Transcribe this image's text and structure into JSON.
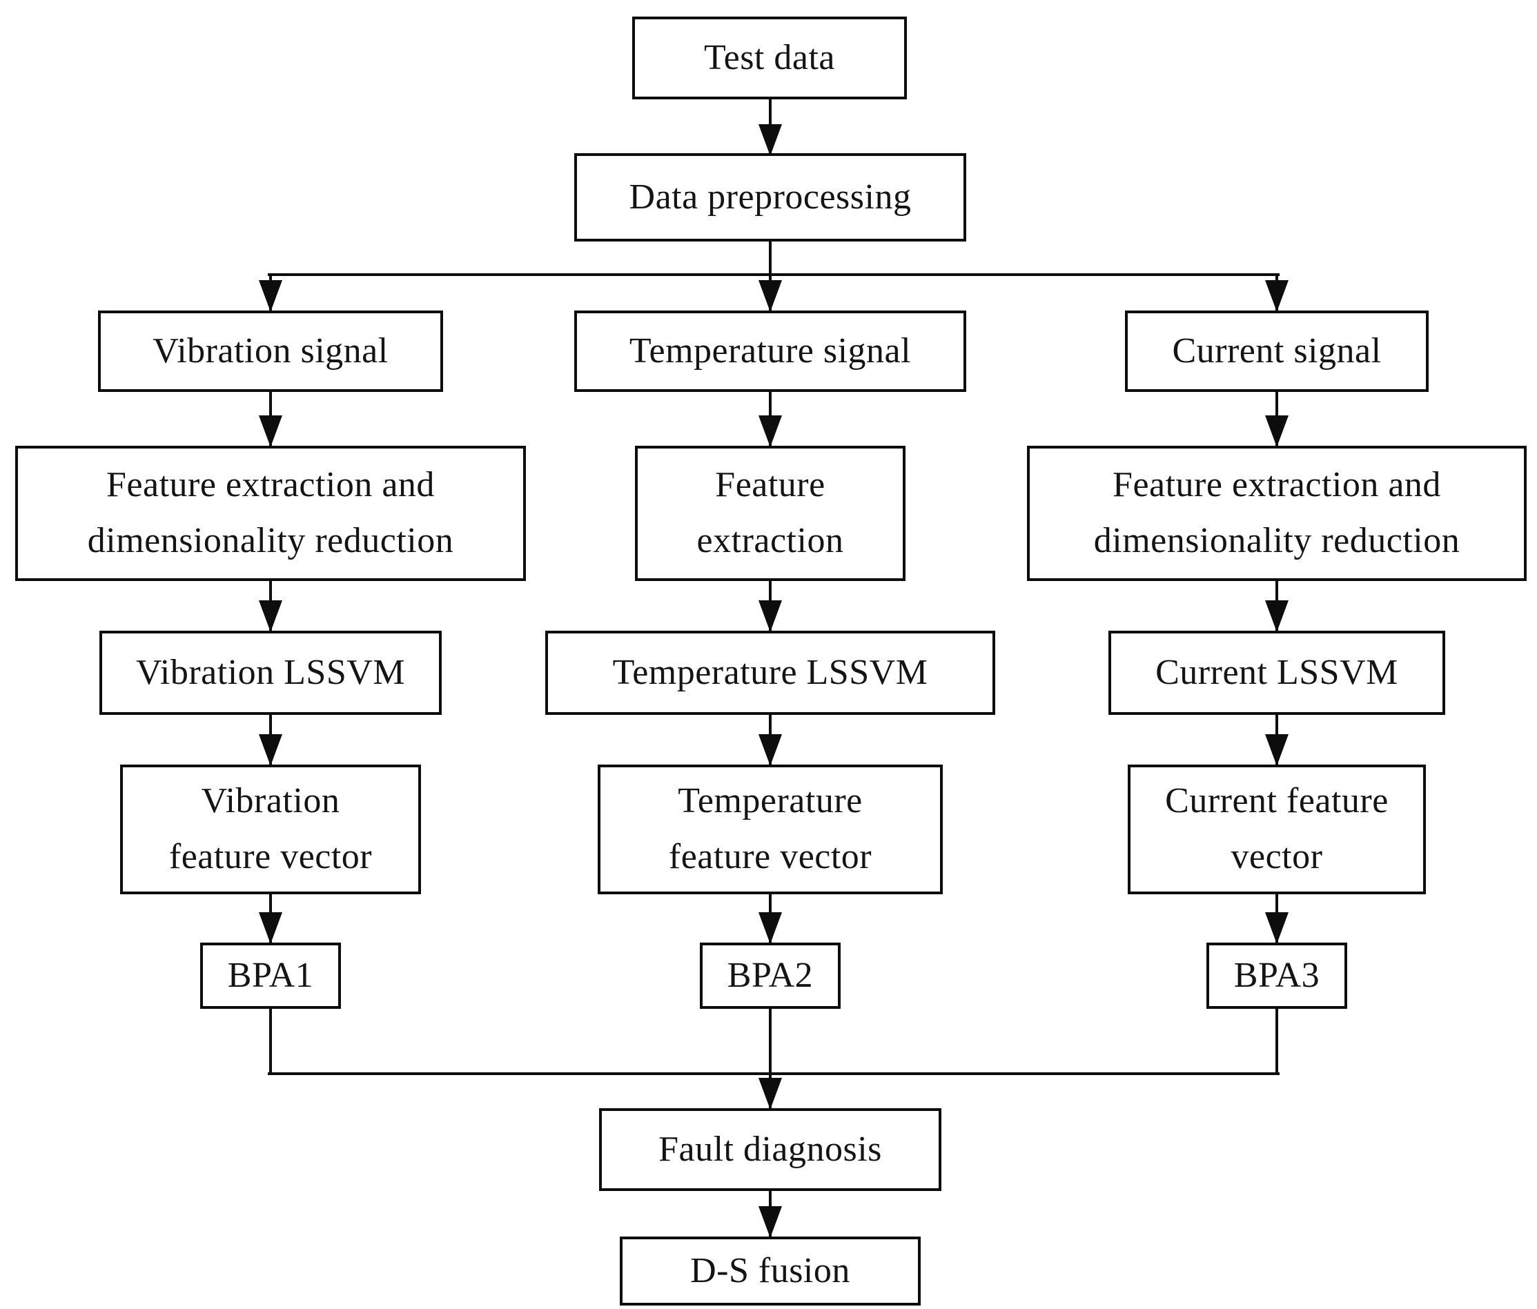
{
  "diagram": {
    "title": "Multi-sensor LSSVM fault diagnosis flowchart",
    "nodes": {
      "test_data": {
        "label": "Test data"
      },
      "data_preprocessing": {
        "label": "Data preprocessing"
      },
      "vibration_signal": {
        "label": "Vibration signal"
      },
      "temperature_signal": {
        "label": "Temperature signal"
      },
      "current_signal": {
        "label": "Current signal"
      },
      "vibration_feature_extraction": {
        "label": "Feature extraction and\ndimensionality reduction"
      },
      "temperature_feature_extraction": {
        "label": "Feature\nextraction"
      },
      "current_feature_extraction": {
        "label": "Feature extraction and\ndimensionality reduction"
      },
      "vibration_lssvm": {
        "label": "Vibration LSSVM"
      },
      "temperature_lssvm": {
        "label": "Temperature LSSVM"
      },
      "current_lssvm": {
        "label": "Current LSSVM"
      },
      "vibration_feature_vector": {
        "label": "Vibration\nfeature vector"
      },
      "temperature_feature_vector": {
        "label": "Temperature\nfeature vector"
      },
      "current_feature_vector": {
        "label": "Current feature\nvector"
      },
      "bpa1": {
        "label": "BPA1"
      },
      "bpa2": {
        "label": "BPA2"
      },
      "bpa3": {
        "label": "BPA3"
      },
      "fault_diagnosis": {
        "label": "Fault diagnosis"
      },
      "ds_fusion": {
        "label": "D-S fusion"
      }
    },
    "edges": [
      {
        "from": "test_data",
        "to": "data_preprocessing"
      },
      {
        "from": "data_preprocessing",
        "to": "vibration_signal"
      },
      {
        "from": "data_preprocessing",
        "to": "temperature_signal"
      },
      {
        "from": "data_preprocessing",
        "to": "current_signal"
      },
      {
        "from": "vibration_signal",
        "to": "vibration_feature_extraction"
      },
      {
        "from": "temperature_signal",
        "to": "temperature_feature_extraction"
      },
      {
        "from": "current_signal",
        "to": "current_feature_extraction"
      },
      {
        "from": "vibration_feature_extraction",
        "to": "vibration_lssvm"
      },
      {
        "from": "temperature_feature_extraction",
        "to": "temperature_lssvm"
      },
      {
        "from": "current_feature_extraction",
        "to": "current_lssvm"
      },
      {
        "from": "vibration_lssvm",
        "to": "vibration_feature_vector"
      },
      {
        "from": "temperature_lssvm",
        "to": "temperature_feature_vector"
      },
      {
        "from": "current_lssvm",
        "to": "current_feature_vector"
      },
      {
        "from": "vibration_feature_vector",
        "to": "bpa1"
      },
      {
        "from": "temperature_feature_vector",
        "to": "bpa2"
      },
      {
        "from": "current_feature_vector",
        "to": "bpa3"
      },
      {
        "from": "bpa1",
        "to": "fault_diagnosis"
      },
      {
        "from": "bpa2",
        "to": "fault_diagnosis"
      },
      {
        "from": "bpa3",
        "to": "fault_diagnosis"
      },
      {
        "from": "fault_diagnosis",
        "to": "ds_fusion"
      }
    ],
    "colors": {
      "line": "#0d0d0d",
      "box_fill": "#ffffff",
      "background": "#ffffff"
    }
  }
}
